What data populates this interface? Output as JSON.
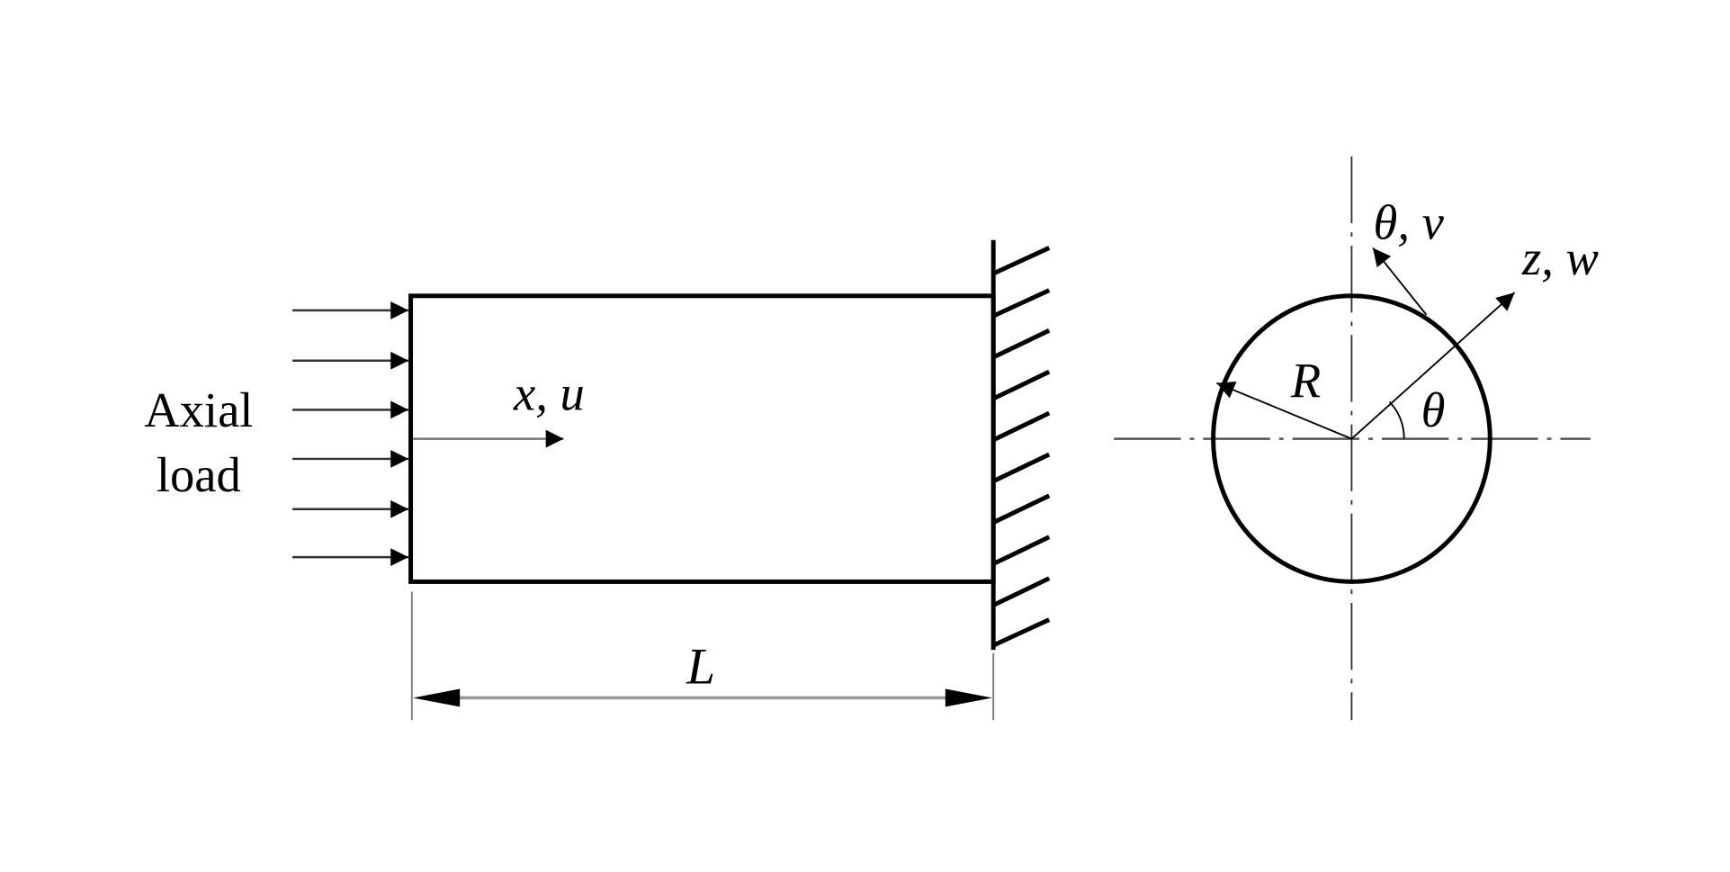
{
  "labels": {
    "axial": "Axial",
    "load": "load",
    "x_u": "x, u",
    "length": "L",
    "theta_v": "θ, v",
    "z_w": "z, w",
    "radius": "R",
    "theta": "θ"
  }
}
